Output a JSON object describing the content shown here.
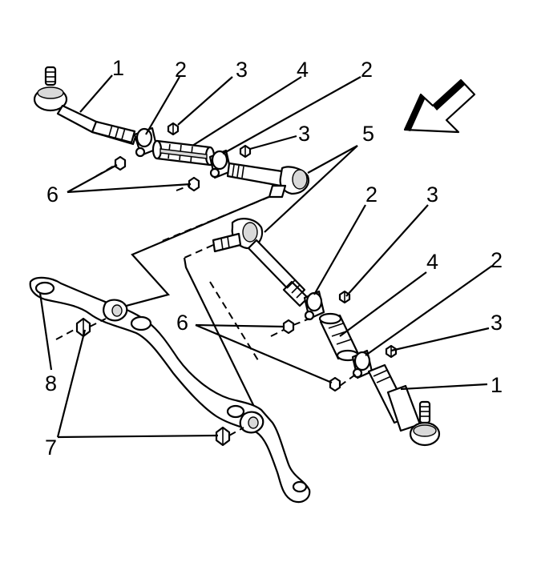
{
  "colors": {
    "ink": "#000000",
    "background": "#ffffff",
    "shade": "#d9d9d9"
  },
  "callouts": {
    "upper_left_1": "1",
    "upper_left_2a": "2",
    "upper_left_3a": "3",
    "upper_left_4": "4",
    "upper_left_2b": "2",
    "upper_left_3b": "3",
    "upper_5": "5",
    "upper_6": "6",
    "right_2a": "2",
    "right_3a": "3",
    "right_4": "4",
    "right_2b": "2",
    "right_3b": "3",
    "right_6": "6",
    "right_1": "1",
    "left_8": "8",
    "left_7": "7"
  },
  "icons": {
    "direction_arrow": "front-direction-arrow-icon"
  }
}
